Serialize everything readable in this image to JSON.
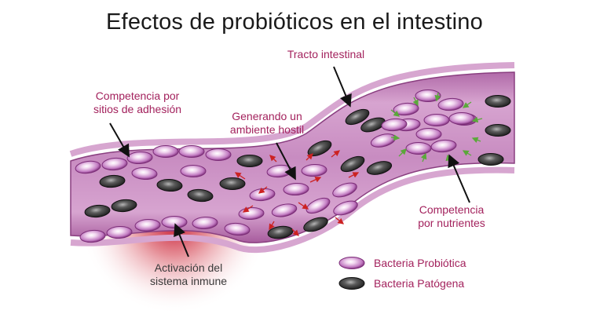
{
  "title": "Efectos de probióticos en el intestino",
  "colors": {
    "label_magenta": "#a3225d",
    "label_gray": "#3a3a3a",
    "tube_fill": "#c98fc2",
    "tube_edge": "#8a3f80",
    "probiotic": "#c67ec6",
    "pathogen": "#3f3f3f",
    "immune_glow": "#c4102a",
    "arrow_red": "#cc2222",
    "arrow_green": "#5aa83a"
  },
  "labels": {
    "tract": "Tracto intestinal",
    "adhesion": [
      "Competencia por",
      "sitios de adhesión"
    ],
    "hostile": [
      "Generando un",
      "ambiente hostil"
    ],
    "nutrients": [
      "Competencia",
      "por nutrientes"
    ],
    "immune": [
      "Activación del",
      "sistema inmune"
    ]
  },
  "legend": [
    {
      "label": "Bacteria Probiótica",
      "icon": "probiotic-bacterium"
    },
    {
      "label": "Bacteria Patógena",
      "icon": "pathogen-bacterium"
    }
  ]
}
